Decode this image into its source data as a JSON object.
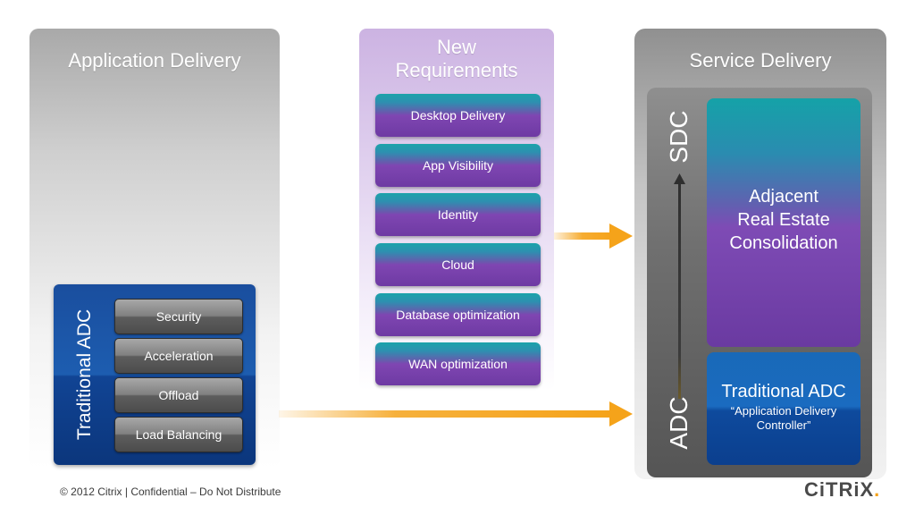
{
  "columns": {
    "left_title": "Application Delivery",
    "mid_title": [
      "New",
      "Requirements"
    ],
    "right_title": "Service Delivery"
  },
  "traditional_adc": {
    "label": "Traditional ADC",
    "items": [
      "Security",
      "Acceleration",
      "Offload",
      "Load Balancing"
    ]
  },
  "requirements": [
    "Desktop Delivery",
    "App Visibility",
    "Identity",
    "Cloud",
    "Database optimization",
    "WAN optimization"
  ],
  "service_delivery": {
    "sdc_label": "SDC",
    "adc_label": "ADC",
    "sdc_box_lines": [
      "Adjacent",
      "Real Estate",
      "Consolidation"
    ],
    "adc_box_title": "Traditional ADC",
    "adc_box_sub_lines": [
      "“Application Delivery",
      "Controller”"
    ]
  },
  "footer": "© 2012 Citrix | Confidential – Do Not Distribute",
  "logo": "CiTRiX",
  "colors": {
    "arrow": "#f5a31a",
    "adc_blue": "#1a4e9e",
    "purple": "#7f46b2",
    "teal": "#1ba3aa"
  }
}
